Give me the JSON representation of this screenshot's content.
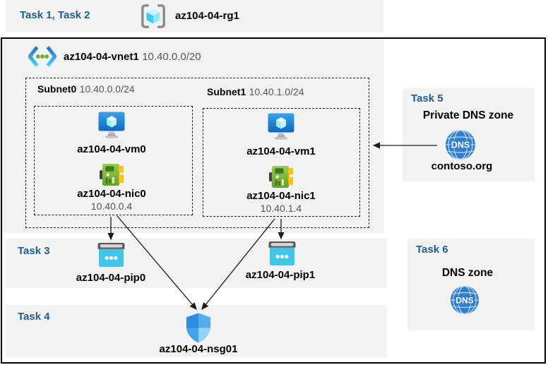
{
  "colors": {
    "accent_blue": "#1B5C9B",
    "panel_gray": "#F2F2F2",
    "border": "#000000"
  },
  "header": {
    "tasks": "Task 1, Task 2",
    "resource_group": "az104-04-rg1"
  },
  "vnet": {
    "name": "az104-04-vnet1",
    "cidr": "10.40.0.0/20",
    "subnets": [
      {
        "name": "Subnet0",
        "cidr": "10.40.0.0/24",
        "vm": "az104-04-vm0",
        "nic": "az104-04-nic0",
        "nic_ip": "10.40.0.4"
      },
      {
        "name": "Subnet1",
        "cidr": "10.40.1.0/24",
        "vm": "az104-04-vm1",
        "nic": "az104-04-nic1",
        "nic_ip": "10.40.1.4"
      }
    ]
  },
  "task3": {
    "label": "Task 3",
    "pip0": "az104-04-pip0",
    "pip1": "az104-04-pip1"
  },
  "task4": {
    "label": "Task 4",
    "nsg": "az104-04-nsg01"
  },
  "task5": {
    "label": "Task 5",
    "title": "Private DNS zone",
    "zone_name": "contoso.org",
    "dns_icon_text": "DNS"
  },
  "task6": {
    "label": "Task 6",
    "title": "DNS zone",
    "dns_icon_text": "DNS"
  },
  "icons": {
    "resource-group-icon": "azure-resource-group-brackets-cube",
    "vnet-icon": "azure-virtual-network-chevrons",
    "vm-icon": "azure-virtual-machine-monitor-cube",
    "nic-icon": "network-interface-card-green-board",
    "pip-icon": "public-ip-address-window",
    "nsg-icon": "network-security-group-shield",
    "dns-icon": "dns-globe"
  },
  "connections": [
    {
      "from": "az104-04-nic0",
      "to": "az104-04-pip0"
    },
    {
      "from": "az104-04-nic0",
      "to": "az104-04-nsg01"
    },
    {
      "from": "az104-04-nic1",
      "to": "az104-04-pip1"
    },
    {
      "from": "az104-04-nic1",
      "to": "az104-04-nsg01"
    },
    {
      "from": "contoso.org",
      "to": "az104-04-vnet1-subnets"
    }
  ]
}
